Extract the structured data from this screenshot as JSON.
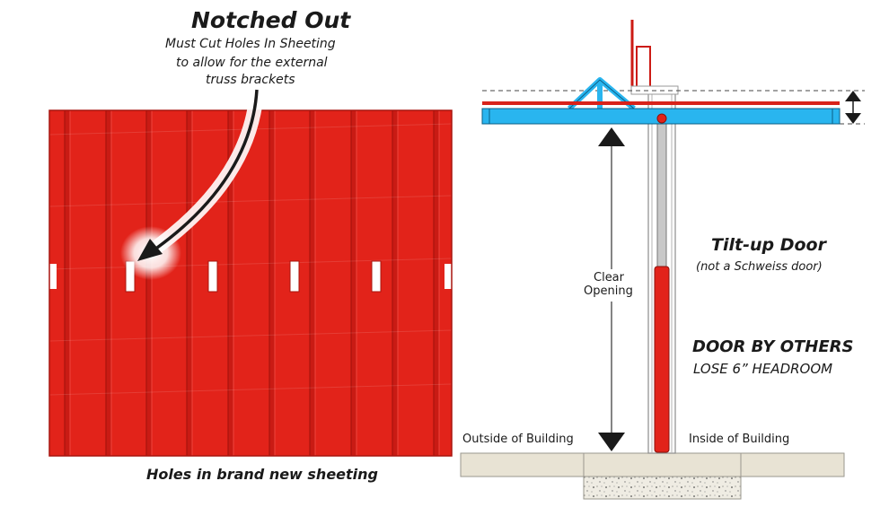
{
  "left_panel": {
    "title": "Notched Out",
    "subtitle_lines": [
      "Must Cut Holes In Sheeting",
      "to allow for the external",
      "truss brackets"
    ],
    "caption": "Holes in brand new sheeting",
    "sheet_color": "#e2231a",
    "sheet_dark": "#a8140e"
  },
  "right_panel": {
    "door_title": "Tilt-up Door",
    "door_subtitle": "(not a Schweiss door)",
    "warning_title": "DOOR BY OTHERS",
    "warning_subtitle": "LOSE 6” HEADROOM",
    "clear_opening": [
      "Clear",
      "Opening"
    ],
    "outside_label": "Outside of Building",
    "inside_label": "Inside of Building",
    "beam_color": "#29b5ef",
    "beam_outline": "#0c5f86",
    "cylinder_color": "#e2231a",
    "cylinder_rod_color": "#c8c8c8",
    "floor_color": "#e8e3d4"
  }
}
